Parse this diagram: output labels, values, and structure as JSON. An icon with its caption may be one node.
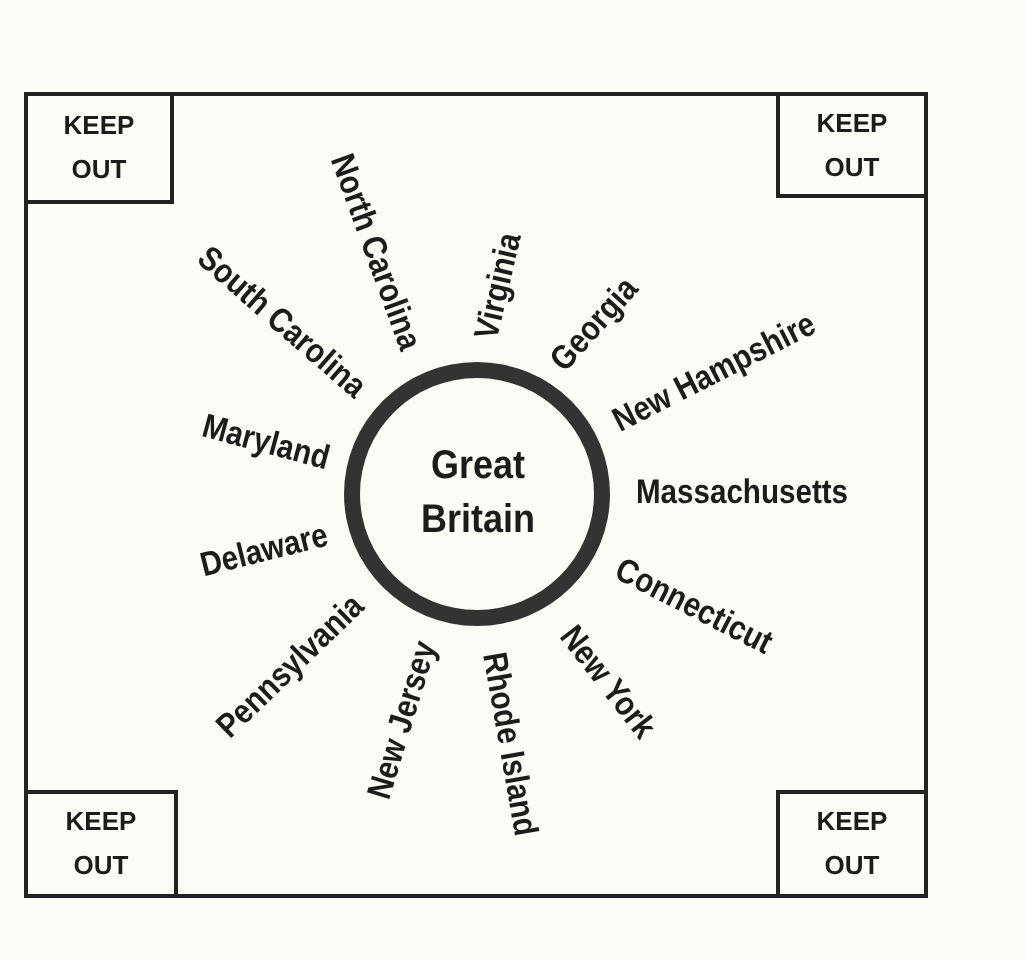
{
  "diagram": {
    "nodes": [
      {
        "text": [],
        "shape": "box"
      },
      {
        "text": [
          "KEEP OUT"
        ],
        "in": 0
      },
      {
        "text": [
          "KEEP OUT"
        ],
        "in": 0
      },
      {
        "text": [
          "Great Britain"
        ],
        "in": 0
      },
      {
        "text": [
          "KEEP OUT"
        ],
        "in": 0
      },
      {
        "text": [
          "KEEP OUT"
        ],
        "in": 0
      }
    ],
    "labels": [
      "North Carolina",
      "Virginia",
      "South Carolina",
      "Georgia",
      "New Hampshire",
      "Maryland",
      "Massachusetts",
      "Delaware",
      "Connecticut",
      "Pennsylvania",
      "New York",
      "New Jersey",
      "Rhode Island"
    ]
  }
}
